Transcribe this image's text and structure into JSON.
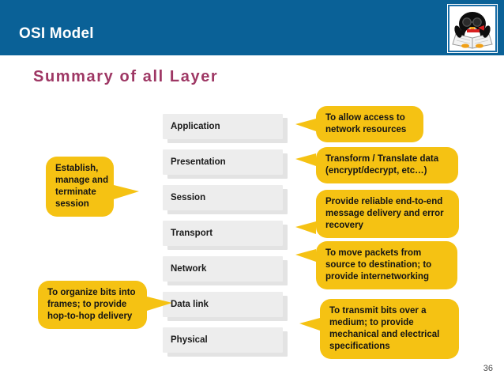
{
  "header": {
    "title": "OSI Model",
    "bar_color": "#0a6197",
    "logo_icon": "penguin-reading-book-logo"
  },
  "section": {
    "heading": "Summary of all Layer",
    "heading_color": "#9e3764"
  },
  "layers": [
    {
      "name": "Application"
    },
    {
      "name": "Presentation"
    },
    {
      "name": "Session"
    },
    {
      "name": "Transport"
    },
    {
      "name": "Network"
    },
    {
      "name": "Data link"
    },
    {
      "name": "Physical"
    }
  ],
  "callouts": [
    {
      "id": "application-callout",
      "side": "right",
      "target": "Application",
      "lines": [
        "To allow access to",
        "network resources"
      ]
    },
    {
      "id": "presentation-callout",
      "side": "right",
      "target": "Presentation",
      "lines": [
        "Transform / Translate data",
        "(encrypt/decrypt, etc…)"
      ]
    },
    {
      "id": "session-callout",
      "side": "left",
      "target": "Session",
      "lines": [
        "Establish,",
        "manage and",
        "terminate",
        "session"
      ]
    },
    {
      "id": "transport-callout",
      "side": "right",
      "target": "Transport",
      "lines": [
        "Provide reliable end-to-end",
        "message delivery and error",
        "recovery"
      ]
    },
    {
      "id": "network-callout",
      "side": "right",
      "target": "Network",
      "lines": [
        "To move packets from",
        "source to destination; to",
        "provide internetworking"
      ]
    },
    {
      "id": "datalink-callout",
      "side": "left",
      "target": "Data link",
      "lines": [
        "To organize bits into",
        "frames; to provide",
        "hop-to-hop delivery"
      ]
    },
    {
      "id": "physical-callout",
      "side": "right",
      "target": "Physical",
      "lines": [
        "To transmit bits over a",
        "medium; to provide",
        "mechanical and electrical",
        "specifications"
      ]
    }
  ],
  "callout_color": "#f5c213",
  "footer": {
    "page_number": "36"
  }
}
